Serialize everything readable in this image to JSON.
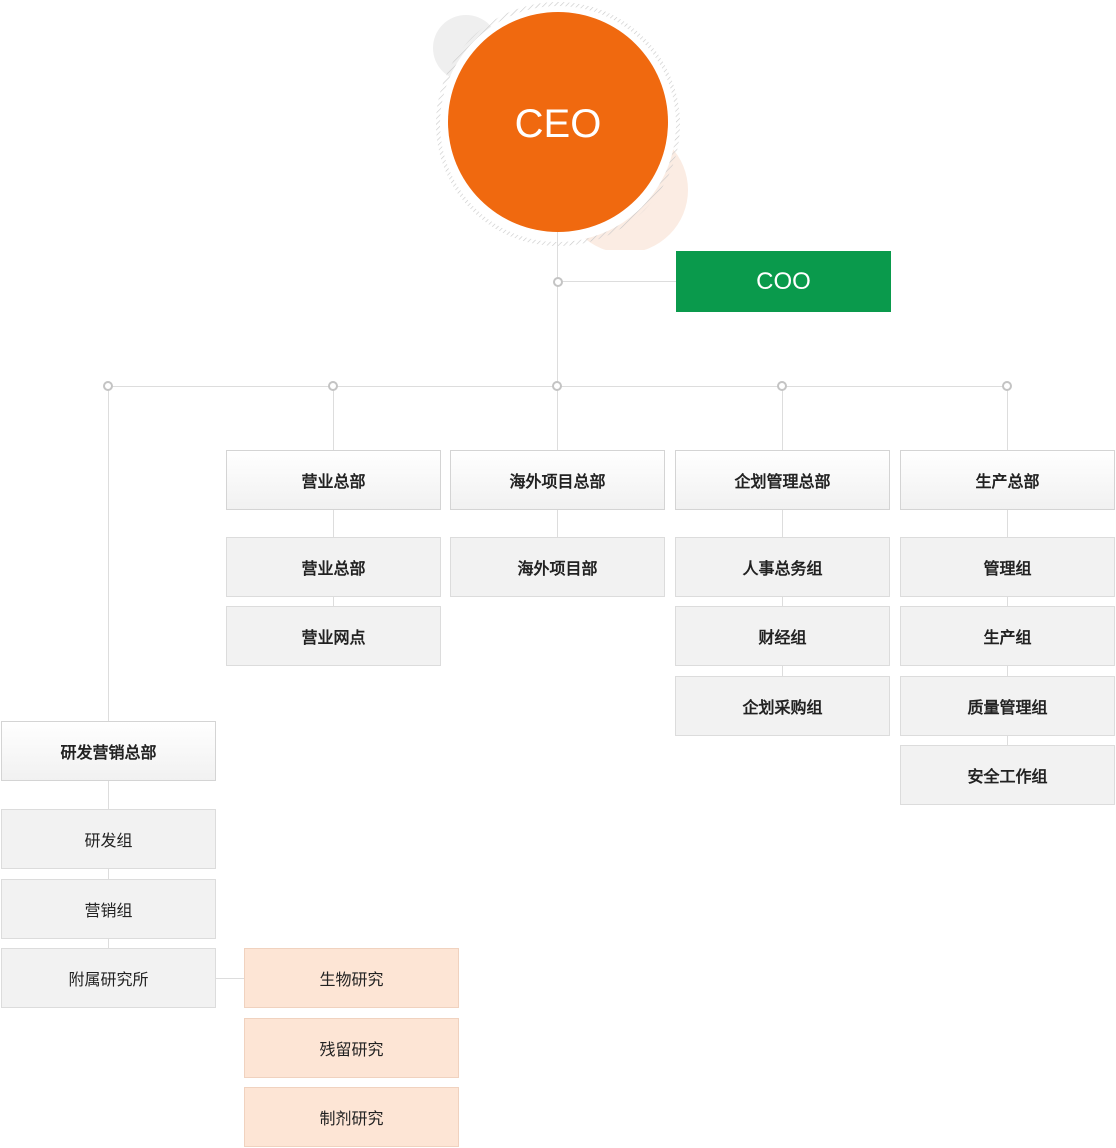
{
  "ceo": {
    "label": "CEO",
    "color": "#f0690f"
  },
  "coo": {
    "label": "COO",
    "color": "#0a9a4c"
  },
  "departments": [
    {
      "name": "营业总部",
      "teams": [
        "营业总部",
        "营业网点"
      ]
    },
    {
      "name": "海外项目总部",
      "teams": [
        "海外项目部"
      ]
    },
    {
      "name": "企划管理总部",
      "teams": [
        "人事总务组",
        "财经组",
        "企划采购组"
      ]
    },
    {
      "name": "生产总部",
      "teams": [
        "管理组",
        "生产组",
        "质量管理组",
        "安全工作组"
      ]
    }
  ],
  "rd_department": {
    "name": "研发营销总部",
    "teams": [
      "研发组",
      "营销组",
      "附属研究所"
    ],
    "labs": [
      "生物研究",
      "残留研究",
      "制剂研究"
    ]
  }
}
